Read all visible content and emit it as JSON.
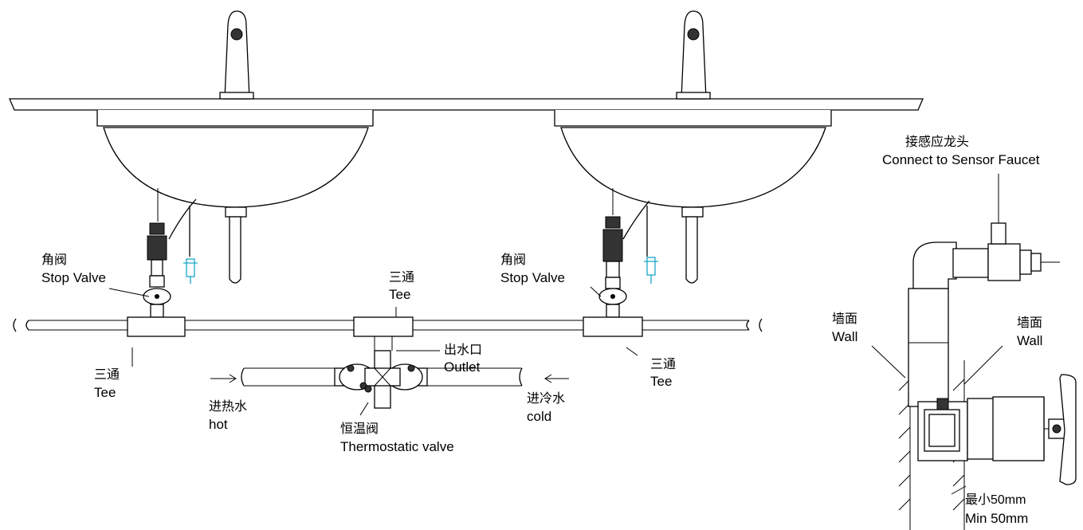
{
  "labels": {
    "stop_valve_left_cn": "角阀",
    "stop_valve_left_en": "Stop Valve",
    "tee_center_cn": "三通",
    "tee_center_en": "Tee",
    "stop_valve_right_cn": "角阀",
    "stop_valve_right_en": "Stop Valve",
    "outlet_cn": "出水口",
    "outlet_en": "Outlet",
    "tee_left_cn": "三通",
    "tee_left_en": "Tee",
    "tee_right_cn": "三通",
    "tee_right_en": "Tee",
    "hot_cn": "进热水",
    "hot_en": "hot",
    "cold_cn": "进冷水",
    "cold_en": "cold",
    "thermo_cn": "恒温阀",
    "thermo_en": "Thermostatic valve",
    "sensor_cn": "接感应龙头",
    "sensor_en": "Connect to Sensor Faucet",
    "wall_left_cn": "墙面",
    "wall_left_en": "Wall",
    "wall_right_cn": "墙面",
    "wall_right_en": "Wall",
    "min_cn": "最小50mm",
    "min_en": "Min 50mm"
  }
}
